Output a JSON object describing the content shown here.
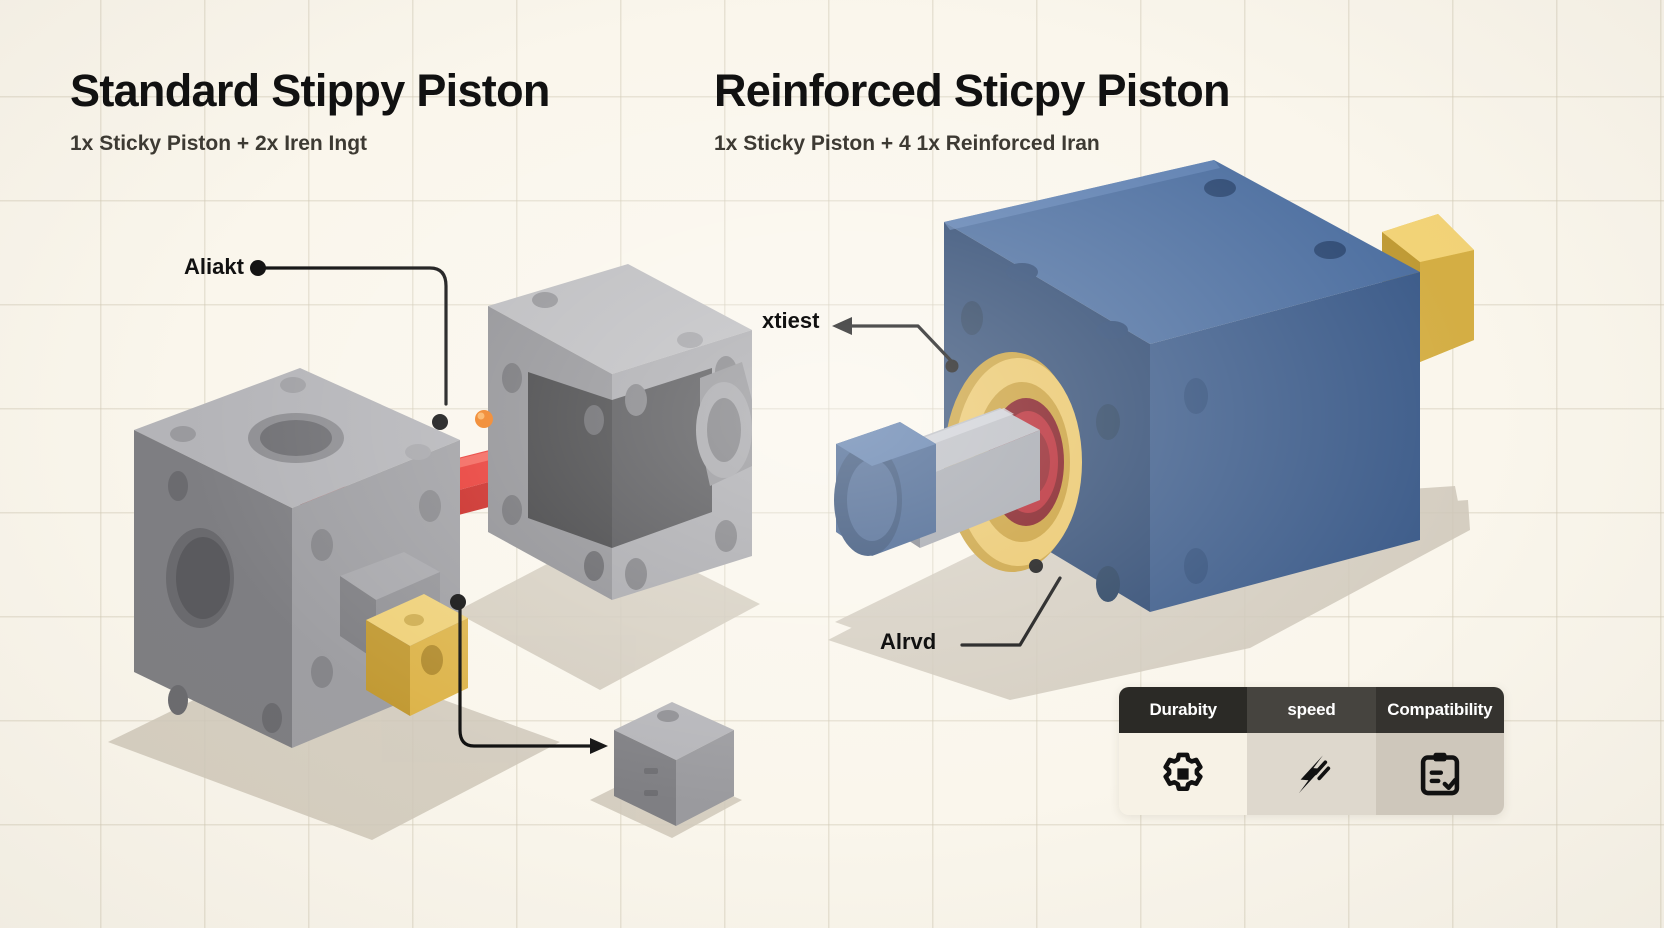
{
  "canvas": {
    "background": "#faf6ec",
    "grid_color": "#d1c9b4"
  },
  "left_panel": {
    "title": "Standard Stippy Piston",
    "subtitle": "1x Sticky Piston + 2x Iren Ingt",
    "callouts": [
      {
        "label": "Aliakt",
        "marker": "dot"
      },
      {
        "label": "",
        "marker": "dot"
      }
    ],
    "parts": {
      "body_block_color": "#9b9b9e",
      "body_block_dark": "#6f7073",
      "rod_color": "#e02f2a",
      "rod_highlight": "#f25a52",
      "frame_color": "#a3a3a6",
      "gold_cube_color": "#e0b84a",
      "gold_cube_top": "#f0d377",
      "small_cube_color": "#8d8d90",
      "accent_dot_color": "#f07d1a"
    }
  },
  "right_panel": {
    "title": "Reinforced Sticpy Piston",
    "subtitle": "1x Sticky Piston + 4 1x Reinforced Iran",
    "callouts": [
      {
        "label": "xtiest",
        "marker": "arrow"
      },
      {
        "label": "Alrvd",
        "marker": "line"
      }
    ],
    "parts": {
      "body_color": "#3f5e8c",
      "body_top": "#4f719f",
      "body_dark": "#2f4a72",
      "brass_ring_color": "#e0b84a",
      "brass_ring_dark": "#b8923a",
      "inner_ring_color": "#b5202a",
      "shaft_color": "#a8aab0",
      "collar_color": "#44618d",
      "end_cap_color": "#e0b84a"
    }
  },
  "stat_bar": {
    "columns": [
      {
        "label": "Durabity",
        "icon": "gear-icon",
        "header_color": "#2b2a26",
        "body_color": "#f7f2e6"
      },
      {
        "label": "speed",
        "icon": "lightning-icon",
        "header_color": "#46443f",
        "body_color": "#ded8cd"
      },
      {
        "label": "Compatibility",
        "icon": "clipboard-icon",
        "header_color": "#35332f",
        "body_color": "#cec7bb"
      }
    ]
  }
}
